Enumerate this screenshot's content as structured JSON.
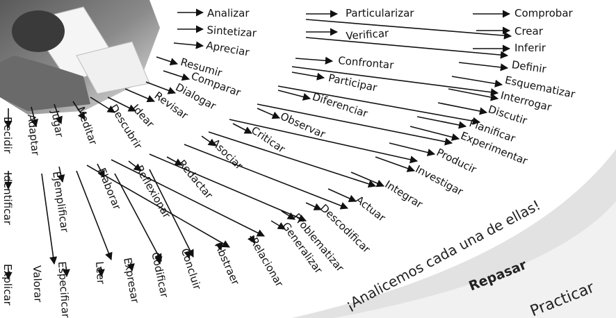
{
  "photo": {
    "description_icon": "student-writing-photo"
  },
  "verbs": [
    "Analizar",
    "Particularizar",
    "Comprobar",
    "Sintetizar",
    "Verificar",
    "Crear",
    "Apreciar",
    "Inferir",
    "Confrontar",
    "Definir",
    "Resumir",
    "Participar",
    "Esquematizar",
    "Interrogar",
    "Comparar",
    "Diferenciar",
    "Discutir",
    "Dialogar",
    "Observar",
    "Planificar",
    "Revisar",
    "Experimentar",
    "Idear",
    "Criticar",
    "Producir",
    "Descubrir",
    "Investigar",
    "Asociar",
    "Meditar",
    "Integrar",
    "Jugar",
    "Redactar",
    "Actuar",
    "Adaptar",
    "Descodificar",
    "Decidir",
    "Reflexionar",
    "Problematizar",
    "Elaborar",
    "Generalizar",
    "Ejemplificar",
    "Relacionar",
    "Identificar",
    "Abstraer",
    "Concluir",
    "Codificar",
    "Expresar",
    "Leer",
    "Especificar",
    "Valorar",
    "Explicar"
  ],
  "arc": {
    "slogan": "¡Analicemos cada una de ellas!",
    "repasar": "Repasar",
    "practicar": "Practicar"
  },
  "colors": {
    "text": "#111111",
    "arc_band": "#d9d9d9",
    "background": "#ffffff"
  }
}
